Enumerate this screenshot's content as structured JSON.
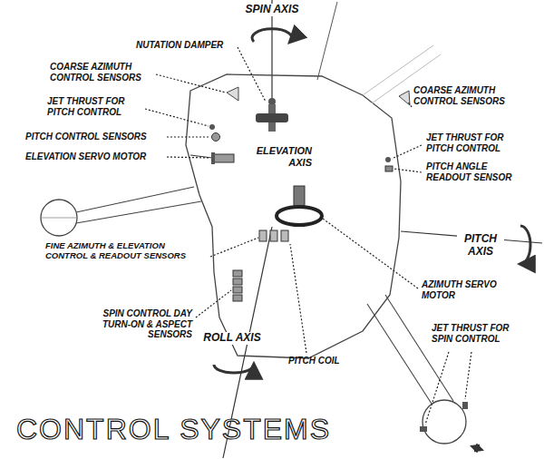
{
  "diagram": {
    "title": "CONTROL SYSTEMS",
    "labels": [
      "SPIN AXIS",
      "NUTATION DAMPER",
      "COARSE AZIMUTH CONTROL SENSORS",
      "JET THRUST FOR PITCH CONTROL",
      "PITCH CONTROL SENSORS",
      "ELEVATION SERVO MOTOR",
      "ELEVATION AXIS",
      "COARSE AZIMUTH CONTROL SENSORS",
      "JET THRUST FOR PITCH CONTROL",
      "PITCH ANGLE READOUT SENSOR",
      "PITCH AXIS",
      "FINE AZIMUTH & ELEVATION CONTROL & READOUT SENSORS",
      "AZIMUTH SERVO MOTOR",
      "SPIN CONTROL DAY TURN-ON & ASPECT SENSORS",
      "JET THRUST FOR SPIN CONTROL",
      "ROLL AXIS",
      "PITCH COIL"
    ]
  }
}
